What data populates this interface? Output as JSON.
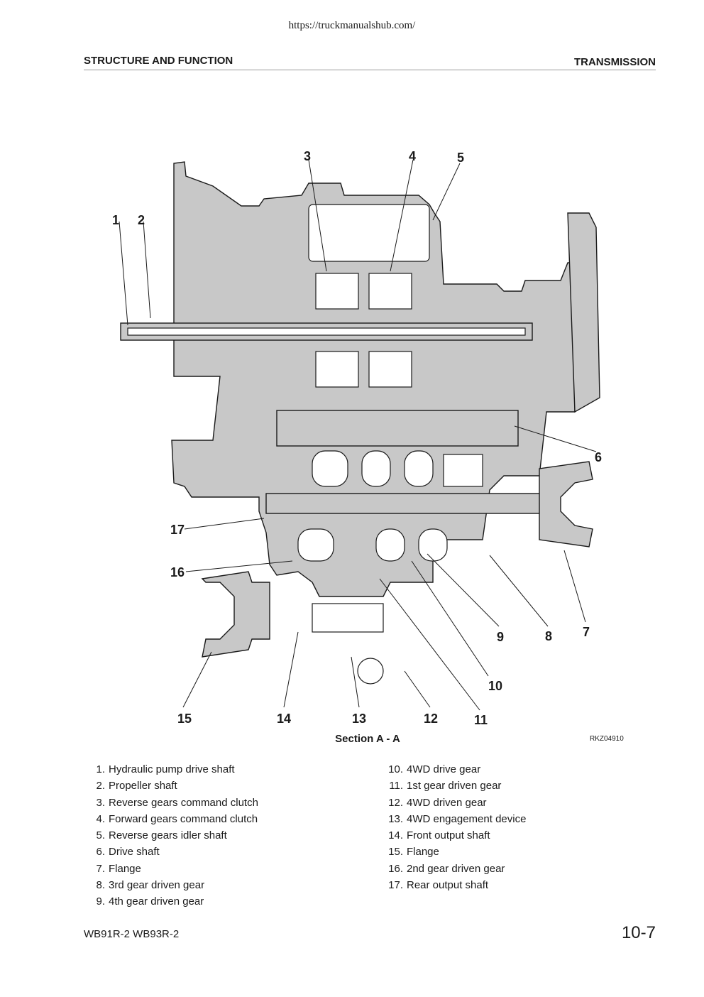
{
  "header": {
    "url": "https://truckmanualshub.com/",
    "section": "STRUCTURE AND FUNCTION",
    "chapter": "TRANSMISSION"
  },
  "figure": {
    "caption": "Section A - A",
    "code": "RKZ04910",
    "callouts": [
      "1",
      "2",
      "3",
      "4",
      "5",
      "6",
      "7",
      "8",
      "9",
      "10",
      "11",
      "12",
      "13",
      "14",
      "15",
      "16",
      "17"
    ]
  },
  "legend": {
    "column1": [
      {
        "num": "1.",
        "text": "Hydraulic pump drive shaft"
      },
      {
        "num": "2.",
        "text": "Propeller shaft"
      },
      {
        "num": "3.",
        "text": "Reverse gears command clutch"
      },
      {
        "num": "4.",
        "text": "Forward gears command clutch"
      },
      {
        "num": "5.",
        "text": "Reverse gears idler shaft"
      },
      {
        "num": "6.",
        "text": "Drive shaft"
      },
      {
        "num": "7.",
        "text": "Flange"
      },
      {
        "num": "8.",
        "text": "3rd gear driven gear"
      },
      {
        "num": "9.",
        "text": "4th gear driven gear"
      }
    ],
    "column2": [
      {
        "num": "10.",
        "text": "4WD drive gear"
      },
      {
        "num": "11.",
        "text": "1st gear driven gear"
      },
      {
        "num": "12.",
        "text": "4WD driven gear"
      },
      {
        "num": "13.",
        "text": "4WD engagement device"
      },
      {
        "num": "14.",
        "text": "Front output shaft"
      },
      {
        "num": "15.",
        "text": "Flange"
      },
      {
        "num": "16.",
        "text": "2nd gear driven gear"
      },
      {
        "num": "17.",
        "text": "Rear output shaft"
      }
    ]
  },
  "footer": {
    "model": "WB91R-2 WB93R-2",
    "page": "10-7"
  },
  "colors": {
    "casing": "#c8c8c8",
    "cavity": "#ffffff",
    "line": "#1a1a1a"
  }
}
